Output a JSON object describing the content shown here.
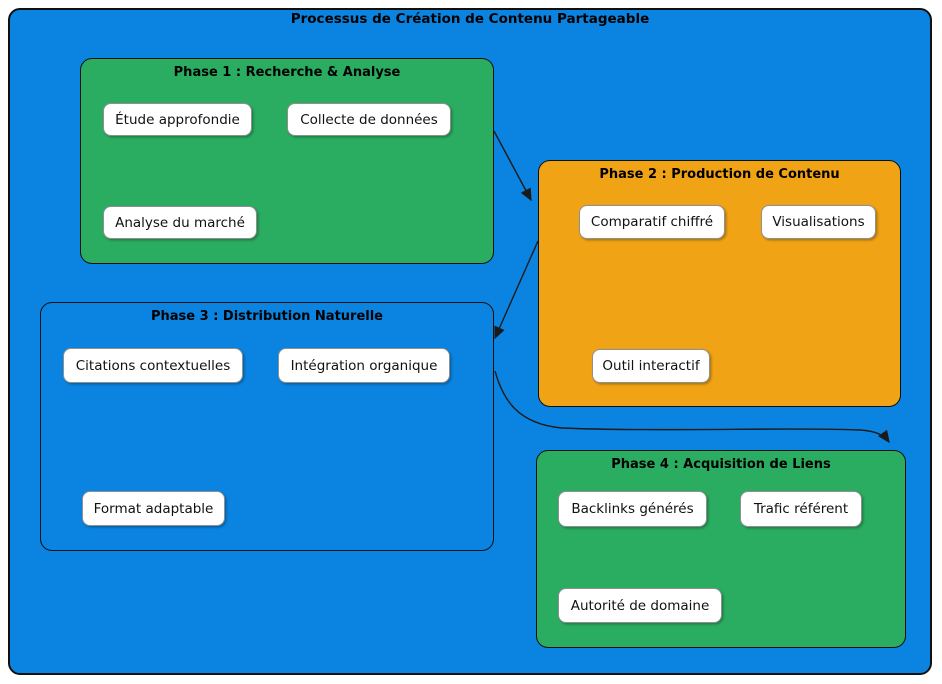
{
  "title": "Processus de Création de Contenu Partageable",
  "phases": [
    {
      "label": "Phase 1 : Recherche & Analyse",
      "color": "#2aad61",
      "items": [
        "Étude approfondie",
        "Collecte de données",
        "Analyse du marché"
      ]
    },
    {
      "label": "Phase 2 : Production de Contenu",
      "color": "#f0a314",
      "items": [
        "Comparatif chiffré",
        "Visualisations",
        "Outil interactif"
      ]
    },
    {
      "label": "Phase 3 : Distribution Naturelle",
      "color": "#0a84e0",
      "items": [
        "Citations contextuelles",
        "Intégration organique",
        "Format adaptable"
      ]
    },
    {
      "label": "Phase 4 : Acquisition de Liens",
      "color": "#2aad61",
      "items": [
        "Backlinks générés",
        "Trafic référent",
        "Autorité de domaine"
      ]
    }
  ],
  "connections": [
    {
      "from": "Phase 1 : Recherche & Analyse",
      "to": "Phase 2 : Production de Contenu"
    },
    {
      "from": "Phase 2 : Production de Contenu",
      "to": "Phase 3 : Distribution Naturelle"
    },
    {
      "from": "Phase 3 : Distribution Naturelle",
      "to": "Phase 4 : Acquisition de Liens"
    }
  ],
  "colors": {
    "background": "#0a84e0",
    "green": "#2aad61",
    "orange": "#f0a314",
    "node_fill": "#ffffff",
    "border": "#101010",
    "arrow": "#1a1a1a"
  }
}
